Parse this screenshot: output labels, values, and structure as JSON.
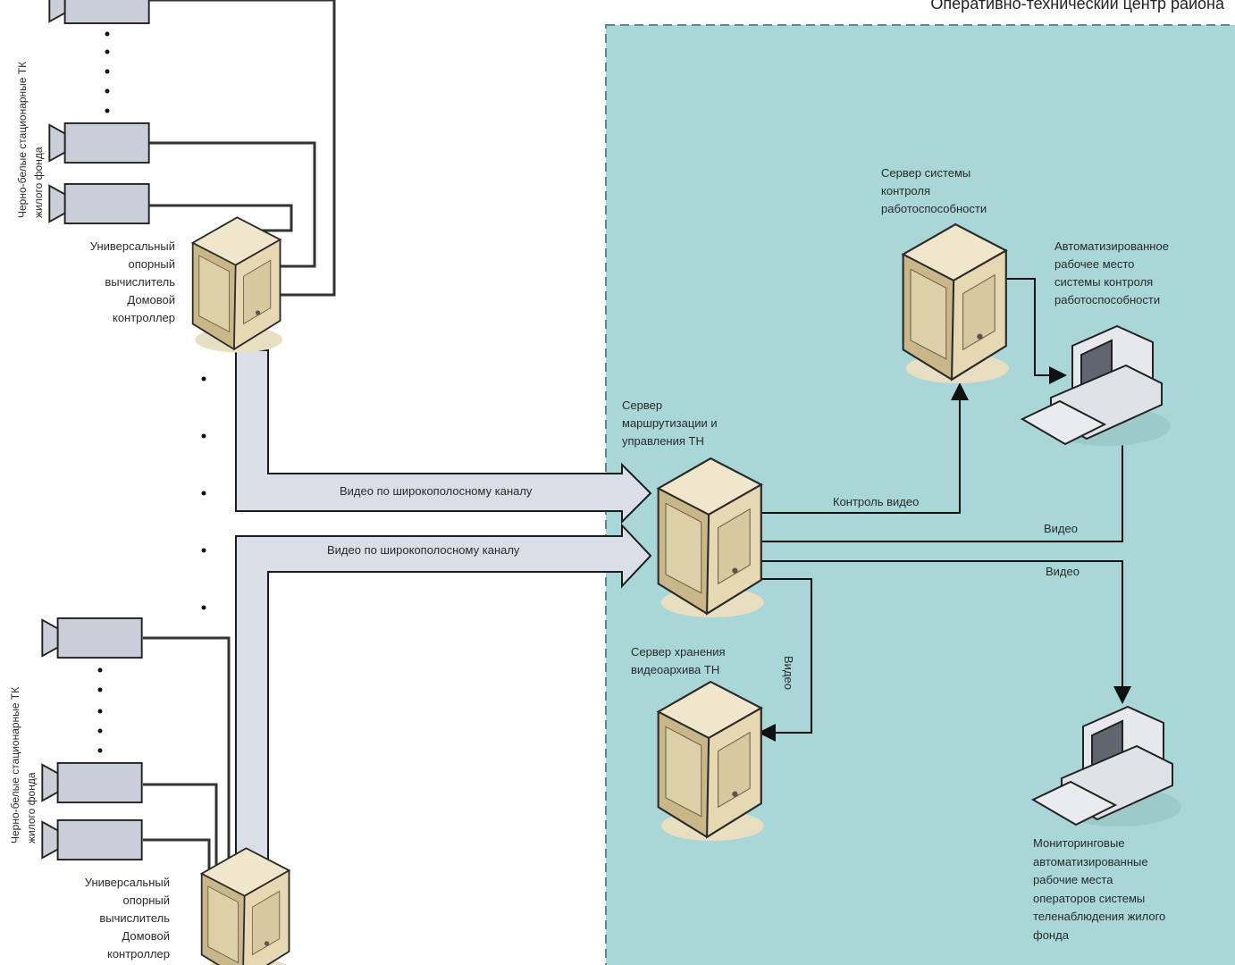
{
  "zone": {
    "title": "Оперативно-технический центр района",
    "fill": "#a9d6d7",
    "border": "#5a8c8c"
  },
  "cameras_group_top": {
    "vertical_label": "Черно-белые стационарные ТК\nжилого фонда"
  },
  "cameras_group_bottom": {
    "vertical_label": "Черно-белые стационарные ТК\nжилого фонда"
  },
  "controller_top": {
    "label": "Универсальный\nопорный\nвычислитель\nДомовой\nконтроллер"
  },
  "controller_bottom": {
    "label": "Универсальный\nопорный\nвычислитель\nДомовой\nконтроллер"
  },
  "server_monitoring": {
    "label": "Сервер системы\nконтроля\nработоспособности"
  },
  "workstation_monitoring": {
    "label": "Автоматизированное\nрабочее место\nсистемы контроля\nработоспособности"
  },
  "server_routing": {
    "label": "Сервер\nмаршрутизации и\nуправления ТН"
  },
  "server_storage": {
    "label": "Сервер хранения\nвидеоархива ТН"
  },
  "workstation_operators": {
    "label": "Мониторинговые\nавтоматизированные\nрабочие места\nоператоров системы\nтеленаблюдения жилого\nфонда"
  },
  "flows": {
    "broadband_top": "Видео по широкополосному каналу",
    "broadband_bottom": "Видео по широкополосному каналу",
    "video_control": "Контроль видео",
    "video_1": "Видео",
    "video_2": "Видео",
    "video_3": "Видео"
  },
  "colors": {
    "camera_fill": "#c9ced8",
    "server_front": "#e6d8b2",
    "server_side": "#c9b78a",
    "arrow_fill": "#d9dee7"
  }
}
